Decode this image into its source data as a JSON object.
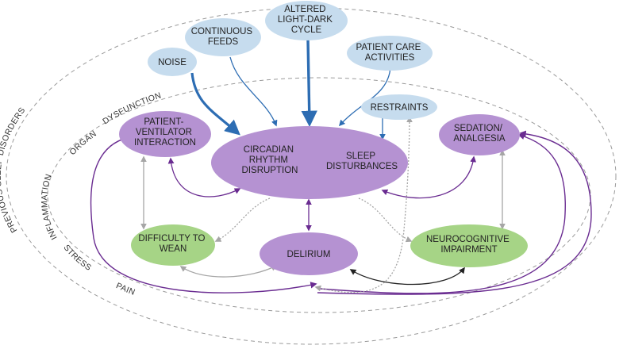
{
  "colors": {
    "factor_fill": "#c6dcee",
    "core_fill": "#b592d2",
    "outcome_fill": "#a6d486",
    "blue_arrow": "#2d6db3",
    "purple_arrow": "#6a2c91",
    "gray_arrow": "#a6a6a6",
    "black_arrow": "#222222",
    "dashed_ring": "#9a9a9a"
  },
  "ring_labels": {
    "outer": "PREVIOUS SLEEP DISORDERS",
    "dysfunction": "DYSFUNCTION",
    "organ": "ORGAN",
    "inflammation": "INFLAMMATION",
    "stress": "STRESS",
    "pain": "PAIN"
  },
  "factors": {
    "noise": [
      "NOISE"
    ],
    "continuous_feeds": [
      "CONTINUOUS",
      "FEEDS"
    ],
    "light_dark": [
      "ALTERED",
      "LIGHT-DARK",
      "CYCLE"
    ],
    "patient_care": [
      "PATIENT CARE",
      "ACTIVITIES"
    ],
    "restraints": [
      "RESTRAINTS"
    ]
  },
  "core": {
    "circadian": [
      "CIRCADIAN",
      "RHYTHM",
      "DISRUPTION"
    ],
    "sleep": [
      "SLEEP",
      "DISTURBANCES"
    ]
  },
  "outcomes": {
    "ventilator": [
      "PATIENT-",
      "VENTILATOR",
      "INTERACTION"
    ],
    "sedation": [
      "SEDATION/",
      "ANALGESIA"
    ],
    "delirium": [
      "DELIRIUM"
    ],
    "wean": [
      "DIFFICULTY TO",
      "WEAN"
    ],
    "neuro": [
      "NEUROCOGNITIVE",
      "IMPAIRMENT"
    ]
  }
}
